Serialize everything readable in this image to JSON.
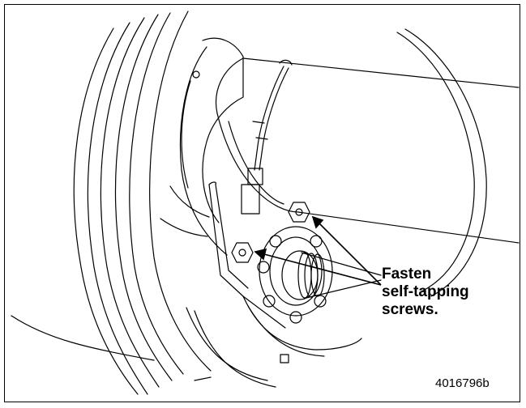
{
  "callout": {
    "line1": "Fasten",
    "line2": "self-tapping",
    "line3": "screws."
  },
  "figure_id": "4016796b",
  "colors": {
    "line": "#000000",
    "background": "#ffffff"
  }
}
